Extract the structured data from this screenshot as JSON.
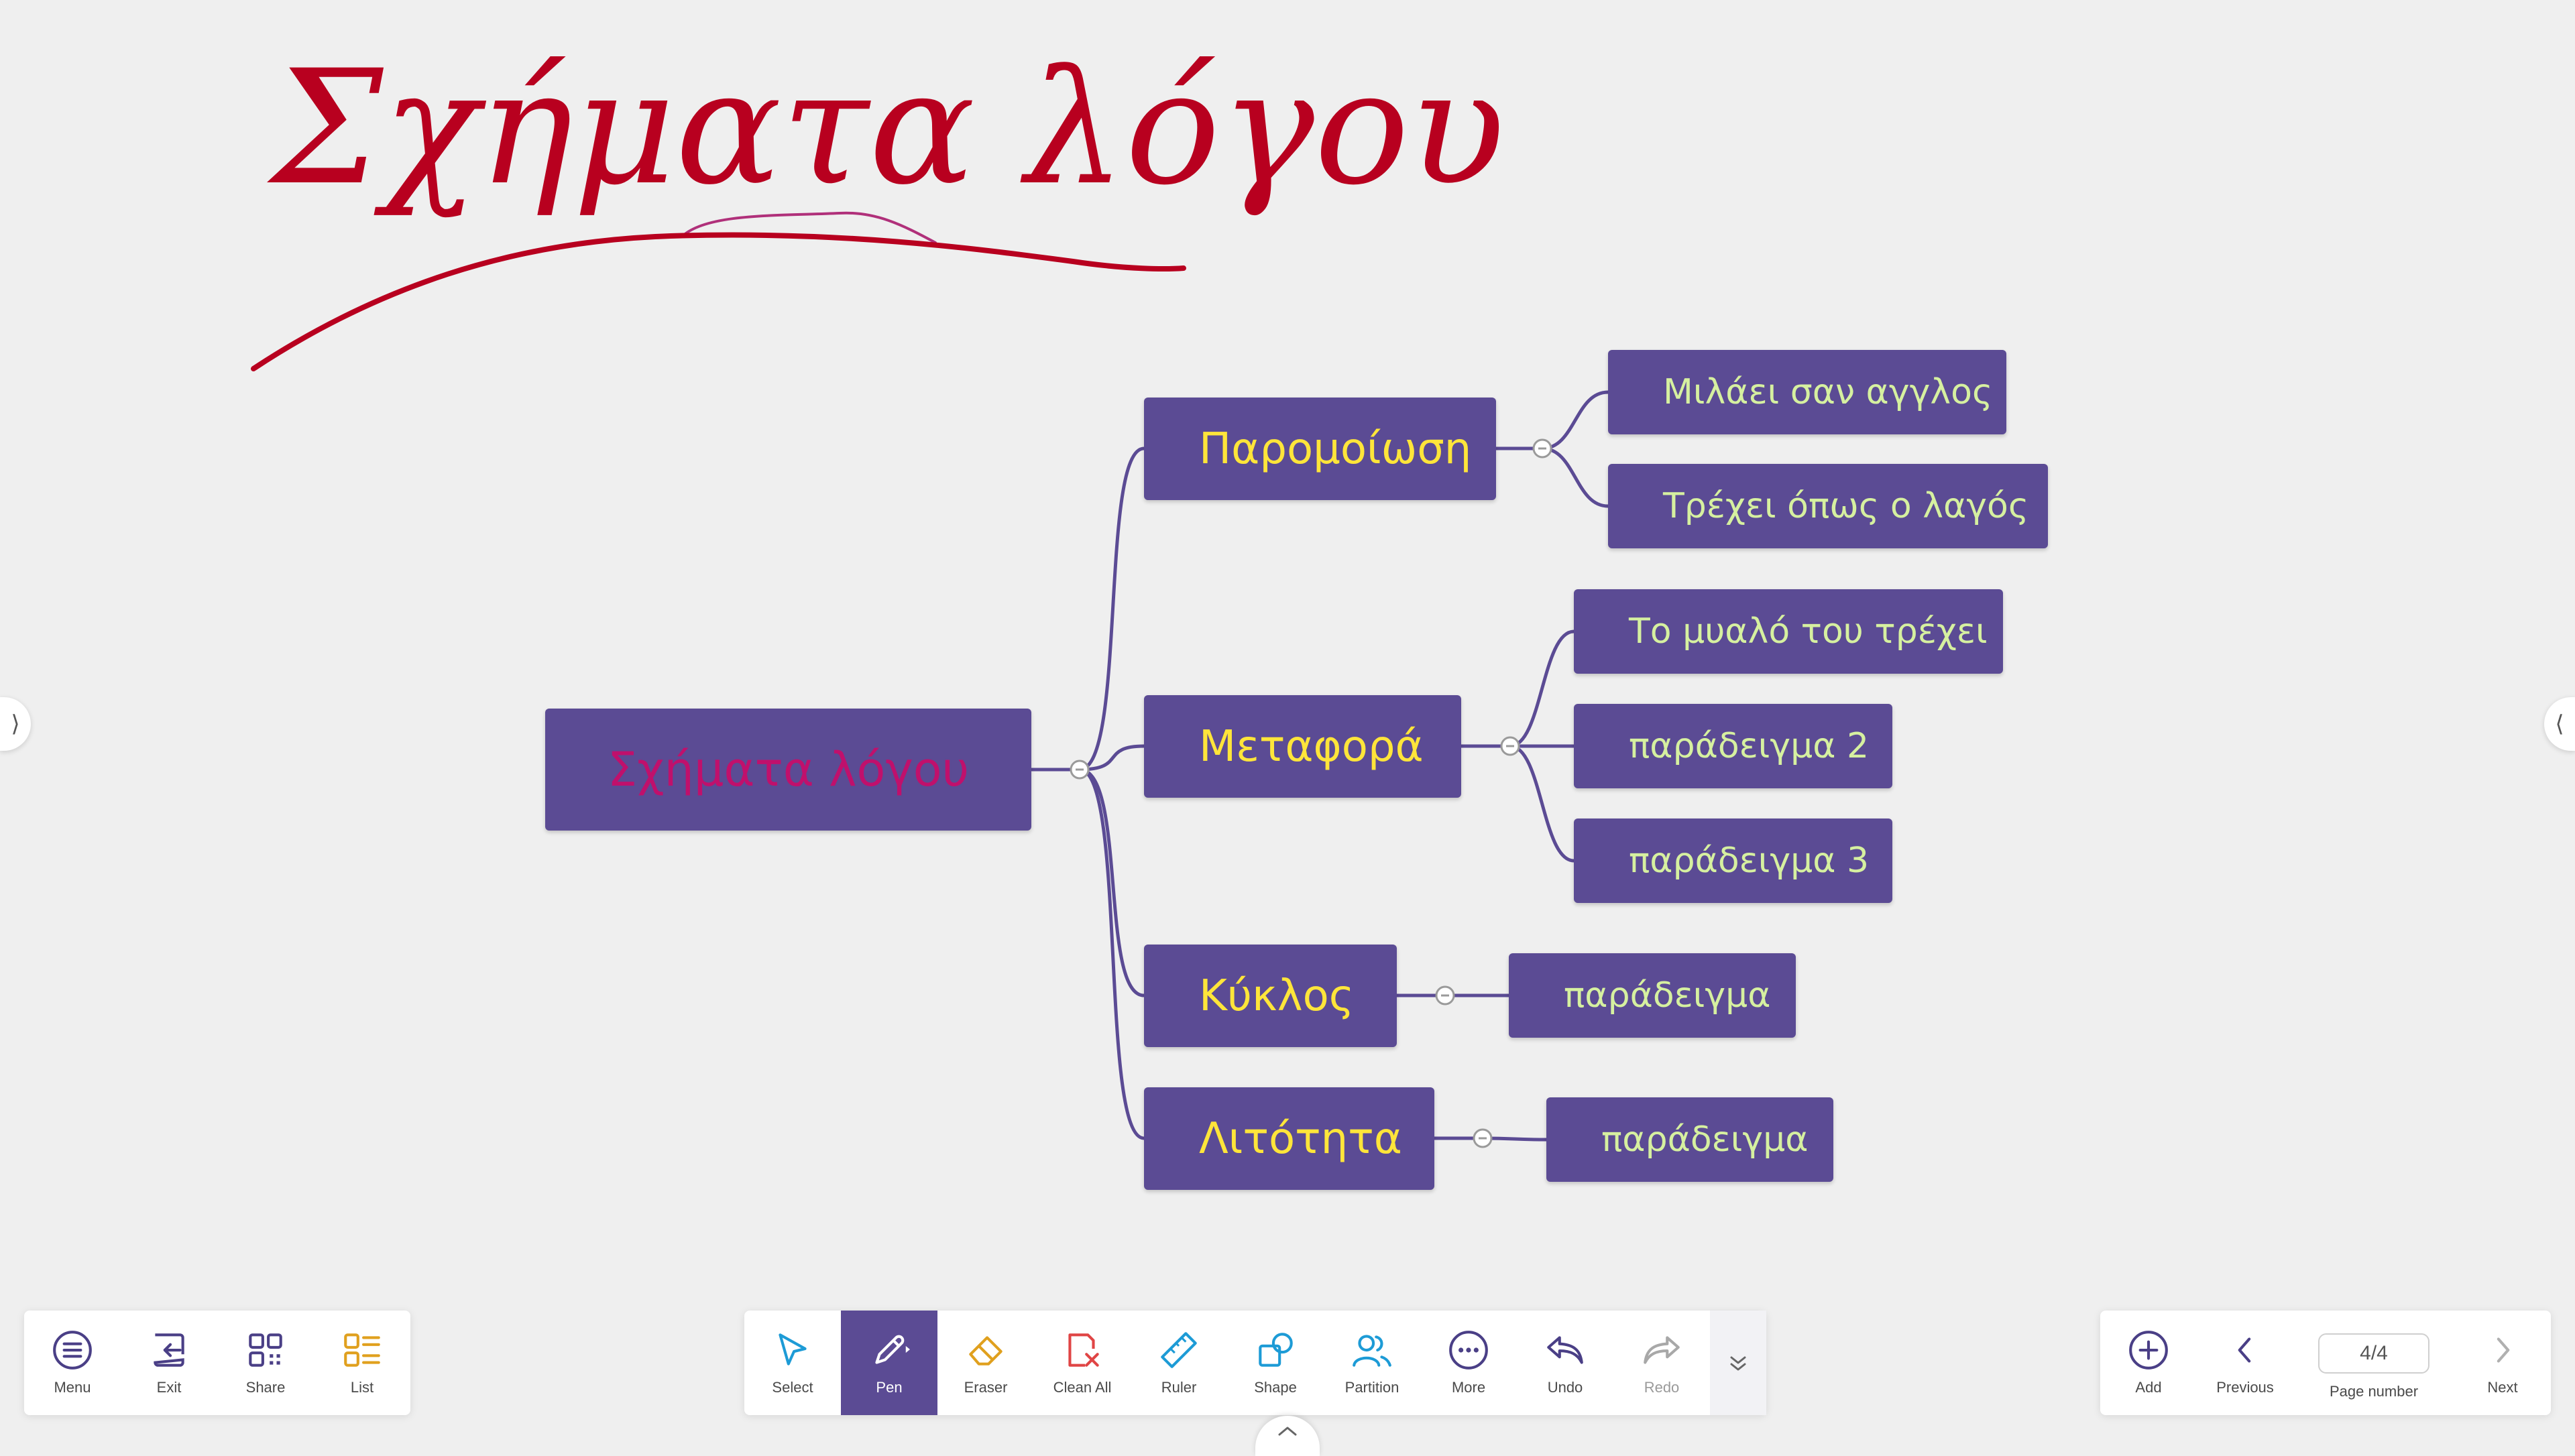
{
  "colors": {
    "background": "#efefef",
    "node_fill": "#5b4b94",
    "root_text": "#c0106c",
    "branch_text": "#ffe53a",
    "leaf_text": "#d6f0a0",
    "connector": "#5b4b94",
    "ink_red": "#b8001f",
    "ink_pink": "#b0307a",
    "icon_purple": "#4a3f86",
    "icon_orange": "#e0a01e",
    "icon_red": "#e04545",
    "icon_cyan": "#1d9bd6"
  },
  "handwriting": {
    "text": "Σχήματα λόγου"
  },
  "mindmap": {
    "root": {
      "label": "Σχήματα λόγου"
    },
    "branches": [
      {
        "label": "Παρομοίωση",
        "children": [
          "Μιλάει σαν αγγλος",
          "Τρέχει όπως ο λαγός"
        ]
      },
      {
        "label": "Μεταφορά",
        "children": [
          "Το μυαλό του τρέχει",
          "παράδειγμα 2",
          "παράδειγμα 3"
        ]
      },
      {
        "label": "Κύκλος",
        "children": [
          "παράδειγμα"
        ]
      },
      {
        "label": "Λιτότητα",
        "children": [
          "παράδειγμα"
        ]
      }
    ]
  },
  "toolbar_left": [
    {
      "label": "Menu",
      "icon": "menu-icon"
    },
    {
      "label": "Exit",
      "icon": "exit-icon"
    },
    {
      "label": "Share",
      "icon": "qr-share-icon"
    },
    {
      "label": "List",
      "icon": "list-icon"
    }
  ],
  "toolbar_center": [
    {
      "label": "Select",
      "icon": "select-cursor-icon"
    },
    {
      "label": "Pen",
      "icon": "pen-icon",
      "active": true
    },
    {
      "label": "Eraser",
      "icon": "eraser-icon"
    },
    {
      "label": "Clean All",
      "icon": "clean-all-icon"
    },
    {
      "label": "Ruler",
      "icon": "ruler-icon"
    },
    {
      "label": "Shape",
      "icon": "shape-icon"
    },
    {
      "label": "Partition",
      "icon": "partition-icon"
    },
    {
      "label": "More",
      "icon": "more-icon"
    },
    {
      "label": "Undo",
      "icon": "undo-icon"
    },
    {
      "label": "Redo",
      "icon": "redo-icon"
    }
  ],
  "toolbar_right": {
    "add_label": "Add",
    "previous_label": "Previous",
    "page_value": "4/4",
    "page_label": "Page number",
    "next_label": "Next"
  }
}
